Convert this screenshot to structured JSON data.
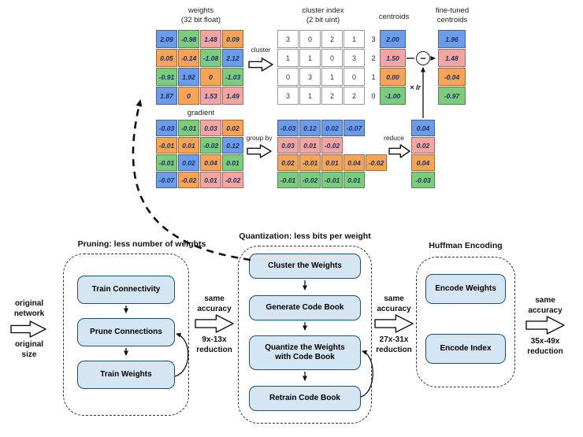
{
  "colors": {
    "blue": "#6c9ce8",
    "pink": "#f4a5a0",
    "orange": "#f7a457",
    "green": "#7ccc7c",
    "cell_text": "#16306a",
    "box_fill": "#d4e5f3",
    "box_border": "#1f4e6e"
  },
  "top": {
    "weights_title": "weights\n(32 bit float)",
    "weights": [
      [
        {
          "v": "2.09",
          "c": "blue"
        },
        {
          "v": "-0.98",
          "c": "green"
        },
        {
          "v": "1.48",
          "c": "pink"
        },
        {
          "v": "0.09",
          "c": "orange"
        }
      ],
      [
        {
          "v": "0.05",
          "c": "orange"
        },
        {
          "v": "-0.14",
          "c": "orange"
        },
        {
          "v": "-1.08",
          "c": "green"
        },
        {
          "v": "2.12",
          "c": "blue"
        }
      ],
      [
        {
          "v": "-0.91",
          "c": "green"
        },
        {
          "v": "1.92",
          "c": "blue"
        },
        {
          "v": "0",
          "c": "orange"
        },
        {
          "v": "-1.03",
          "c": "green"
        }
      ],
      [
        {
          "v": "1.87",
          "c": "blue"
        },
        {
          "v": "0",
          "c": "orange"
        },
        {
          "v": "1.53",
          "c": "pink"
        },
        {
          "v": "1.49",
          "c": "pink"
        }
      ]
    ],
    "cluster_label": "cluster",
    "cluster_index_title": "cluster index\n(2 bit uint)",
    "cluster_index": [
      [
        "3",
        "0",
        "2",
        "1"
      ],
      [
        "1",
        "1",
        "0",
        "3"
      ],
      [
        "0",
        "3",
        "1",
        "0"
      ],
      [
        "3",
        "1",
        "2",
        "2"
      ]
    ],
    "centroids_title": "centroids",
    "centroid_indices": [
      [
        "3"
      ],
      [
        "2"
      ],
      [
        "1"
      ],
      [
        "0"
      ]
    ],
    "centroids": [
      [
        {
          "v": "2.00",
          "c": "blue"
        }
      ],
      [
        {
          "v": "1.50",
          "c": "pink"
        }
      ],
      [
        {
          "v": "0.00",
          "c": "orange"
        }
      ],
      [
        {
          "v": "-1.00",
          "c": "green"
        }
      ]
    ],
    "finetuned_title": "fine-tuned\ncentroids",
    "finetuned": [
      [
        {
          "v": "1.96",
          "c": "blue"
        }
      ],
      [
        {
          "v": "1.48",
          "c": "pink"
        }
      ],
      [
        {
          "v": "-0.04",
          "c": "orange"
        }
      ],
      [
        {
          "v": "-0.97",
          "c": "green"
        }
      ]
    ],
    "minus_label": "−",
    "lr_label": "× lr",
    "gradient_title": "gradient",
    "gradient": [
      [
        {
          "v": "-0.03",
          "c": "blue"
        },
        {
          "v": "-0.01",
          "c": "green"
        },
        {
          "v": "0.03",
          "c": "pink"
        },
        {
          "v": "0.02",
          "c": "orange"
        }
      ],
      [
        {
          "v": "-0.01",
          "c": "orange"
        },
        {
          "v": "0.01",
          "c": "orange"
        },
        {
          "v": "-0.02",
          "c": "green"
        },
        {
          "v": "0.12",
          "c": "blue"
        }
      ],
      [
        {
          "v": "-0.01",
          "c": "green"
        },
        {
          "v": "0.02",
          "c": "blue"
        },
        {
          "v": "0.04",
          "c": "orange"
        },
        {
          "v": "0.01",
          "c": "green"
        }
      ],
      [
        {
          "v": "-0.07",
          "c": "blue"
        },
        {
          "v": "-0.02",
          "c": "orange"
        },
        {
          "v": "0.01",
          "c": "pink"
        },
        {
          "v": "-0.02",
          "c": "pink"
        }
      ]
    ],
    "groupby_label": "group by",
    "grouped": [
      [
        {
          "v": "-0.03",
          "c": "blue"
        },
        {
          "v": "0.12",
          "c": "blue"
        },
        {
          "v": "0.02",
          "c": "blue"
        },
        {
          "v": "-0.07",
          "c": "blue"
        }
      ],
      [
        {
          "v": "0.03",
          "c": "pink"
        },
        {
          "v": "0.01",
          "c": "pink"
        },
        {
          "v": "-0.02",
          "c": "pink"
        }
      ],
      [
        {
          "v": "0.02",
          "c": "orange"
        },
        {
          "v": "-0.01",
          "c": "orange"
        },
        {
          "v": "0.01",
          "c": "orange"
        },
        {
          "v": "0.04",
          "c": "orange"
        },
        {
          "v": "-0.02",
          "c": "orange"
        }
      ],
      [
        {
          "v": "-0.01",
          "c": "green"
        },
        {
          "v": "-0.02",
          "c": "green"
        },
        {
          "v": "-0.01",
          "c": "green"
        },
        {
          "v": "0.01",
          "c": "green"
        }
      ]
    ],
    "reduce_label": "reduce",
    "reduced": [
      [
        {
          "v": "0.04",
          "c": "blue"
        }
      ],
      [
        {
          "v": "0.02",
          "c": "pink"
        }
      ],
      [
        {
          "v": "0.04",
          "c": "orange"
        }
      ],
      [
        {
          "v": "-0.03",
          "c": "green"
        }
      ]
    ]
  },
  "pipeline": {
    "source_top": "original\nnetwork",
    "source_bottom": "original\nsize",
    "pruning": {
      "title": "Pruning: less number of weights",
      "boxes": [
        "Train Connectivity",
        "Prune Connections",
        "Train Weights"
      ]
    },
    "quantization": {
      "title": "Quantization: less bits per weight",
      "boxes": [
        "Cluster the Weights",
        "Generate Code Book",
        "Quantize the Weights\nwith Code Book",
        "Retrain Code Book"
      ]
    },
    "huffman": {
      "title": "Huffman Encoding",
      "boxes": [
        "Encode Weights",
        "Encode Index"
      ]
    },
    "transitions": [
      {
        "top": "same\naccuracy",
        "bottom": "9x-13x\nreduction"
      },
      {
        "top": "same\naccuracy",
        "bottom": "27x-31x\nreduction"
      },
      {
        "top": "same\naccuracy",
        "bottom": "35x-49x\nreduction"
      }
    ]
  }
}
